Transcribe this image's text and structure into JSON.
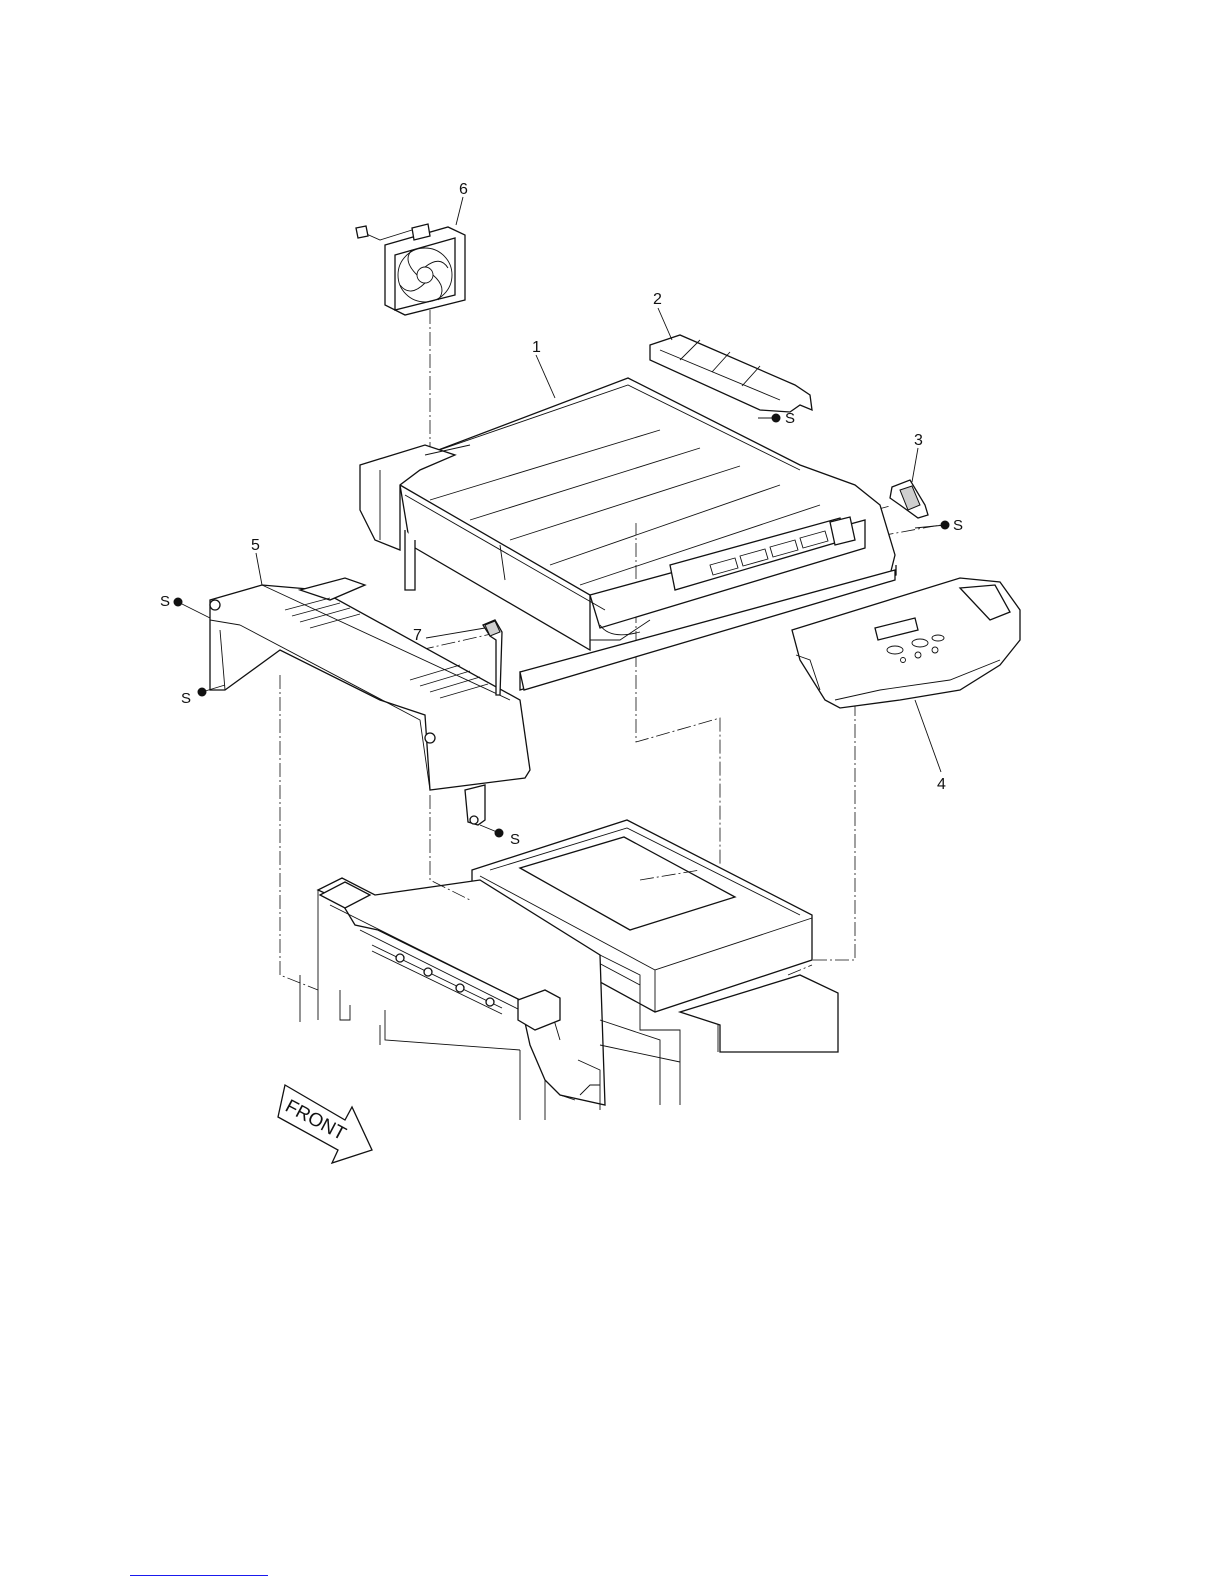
{
  "callouts": [
    {
      "id": "c1",
      "label": "1"
    },
    {
      "id": "c2",
      "label": "2"
    },
    {
      "id": "c3",
      "label": "3"
    },
    {
      "id": "c4",
      "label": "4"
    },
    {
      "id": "c5",
      "label": "5"
    },
    {
      "id": "c6",
      "label": "6"
    },
    {
      "id": "c7",
      "label": "7"
    }
  ],
  "screw_label": "S",
  "front_label": "FRONT",
  "colors": {
    "line": "#111111",
    "shade": "#cfcfcf",
    "footer_link": "#1a1aee"
  }
}
